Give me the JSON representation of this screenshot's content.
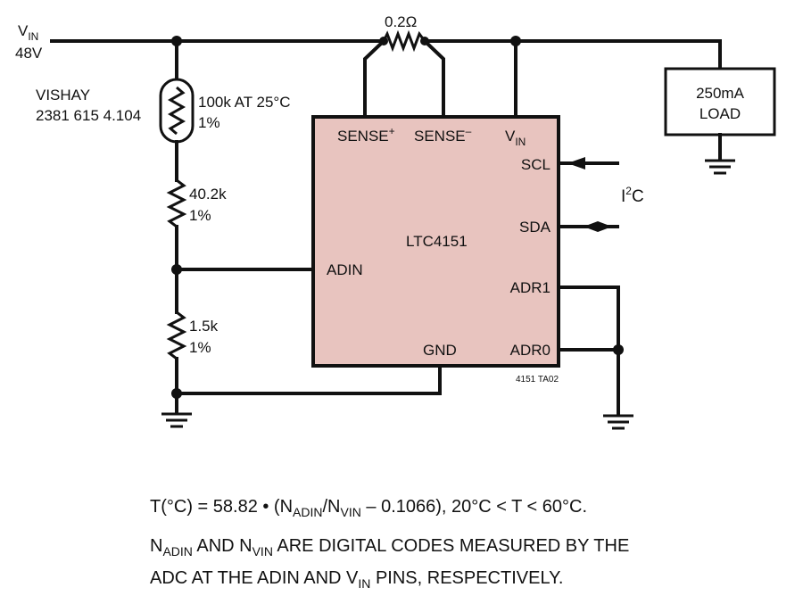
{
  "supply": {
    "label": "V",
    "label_sub": "IN",
    "voltage": "48V"
  },
  "sense_resistor": {
    "value": "0.2Ω"
  },
  "thermistor": {
    "maker": "VISHAY",
    "part": "2381 615 4.104",
    "value": "100k AT 25°C",
    "tolerance": "1%"
  },
  "r_top": {
    "value": "40.2k",
    "tolerance": "1%"
  },
  "r_bottom": {
    "value": "1.5k",
    "tolerance": "1%"
  },
  "load": {
    "line1": "250mA",
    "line2": "LOAD"
  },
  "ic": {
    "name": "LTC4151",
    "fill_color": "#e8c4bf",
    "pins": {
      "sense_plus": "SENSE",
      "sense_plus_sup": "+",
      "sense_minus": "SENSE",
      "sense_minus_sup": "–",
      "vin": "V",
      "vin_sub": "IN",
      "scl": "SCL",
      "sda": "SDA",
      "adin": "ADIN",
      "adr1": "ADR1",
      "adr0": "ADR0",
      "gnd": "GND"
    }
  },
  "bus": {
    "label_i": "I",
    "label_sup": "2",
    "label_c": "C"
  },
  "figure_id": "4151 TA02",
  "formula": {
    "lhs": "T(°C) = 58.82 • (N",
    "n1_sub": "ADIN",
    "mid": "/N",
    "n2_sub": "VIN",
    "rhs": " – 0.1066), 20°C < T < 60°C."
  },
  "note": {
    "n1": "N",
    "n1_sub": "ADIN",
    "and": " AND N",
    "n2_sub": "VIN",
    "rest1": " ARE DIGITAL CODES MEASURED BY THE",
    "line2_a": "ADC AT THE ADIN AND V",
    "line2_sub": "IN",
    "line2_b": " PINS, RESPECTIVELY."
  }
}
